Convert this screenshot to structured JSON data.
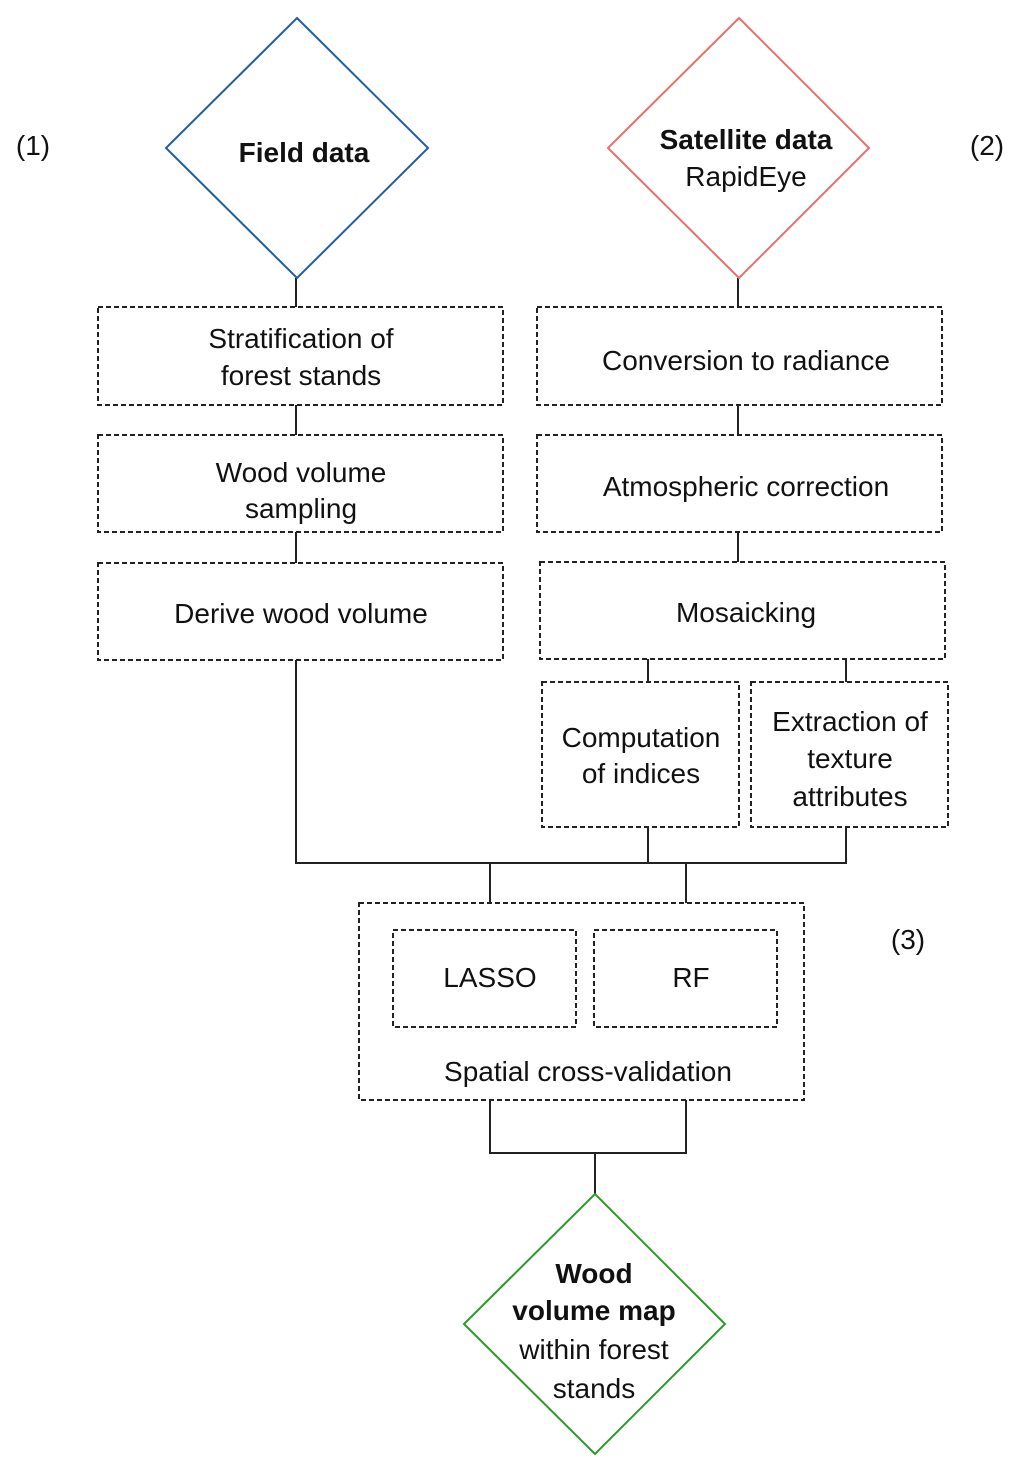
{
  "step_labels": {
    "one": "(1)",
    "two": "(2)",
    "three": "(3)"
  },
  "field_data": {
    "title": "Field data",
    "color": "#1f5fa0"
  },
  "satellite_data": {
    "title": "Satellite data",
    "subtitle": "RapidEye",
    "color": "#e8706a"
  },
  "output": {
    "title_line1": "Wood",
    "title_line2": "volume map",
    "line3": "within forest",
    "line4": "stands",
    "color": "#2a9a2a"
  },
  "field_steps": {
    "stratification_line1": "Stratification of",
    "stratification_line2": "forest stands",
    "sampling_line1": "Wood volume",
    "sampling_line2": "sampling",
    "derive": "Derive wood volume"
  },
  "satellite_steps": {
    "radiance": "Conversion to radiance",
    "atmospheric": "Atmospheric correction",
    "mosaicking": "Mosaicking",
    "indices_line1": "Computation",
    "indices_line2": "of indices",
    "texture_line1": "Extraction of",
    "texture_line2": "texture",
    "texture_line3": "attributes"
  },
  "modelling": {
    "lasso": "LASSO",
    "rf": "RF",
    "cross_validation": "Spatial cross-validation"
  }
}
